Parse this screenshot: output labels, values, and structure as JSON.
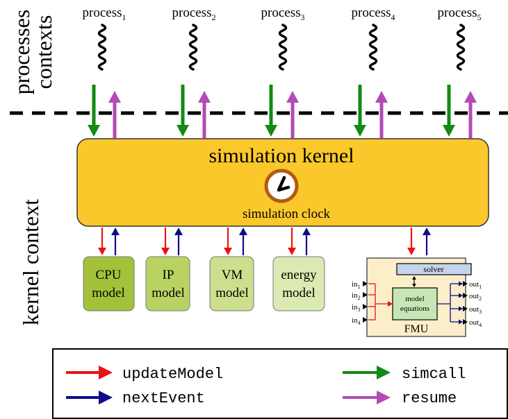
{
  "side_labels": {
    "processes": "processes",
    "contexts": "contexts",
    "kernel_context": "kernel context"
  },
  "processes": [
    {
      "name": "process",
      "index": "1"
    },
    {
      "name": "process",
      "index": "2"
    },
    {
      "name": "process",
      "index": "3"
    },
    {
      "name": "process",
      "index": "4"
    },
    {
      "name": "process",
      "index": "5"
    }
  ],
  "kernel": {
    "title": "simulation kernel",
    "clock_label": "simulation clock"
  },
  "models": [
    {
      "line1": "CPU",
      "line2": "model"
    },
    {
      "line1": "IP",
      "line2": "model"
    },
    {
      "line1": "VM",
      "line2": "model"
    },
    {
      "line1": "energy",
      "line2": "model"
    }
  ],
  "fmu": {
    "solver": "solver",
    "equations_line1": "model",
    "equations_line2": "equations",
    "label": "FMU",
    "inputs": [
      {
        "name": "in",
        "index": "1"
      },
      {
        "name": "in",
        "index": "2"
      },
      {
        "name": "in",
        "index": "3"
      },
      {
        "name": "in",
        "index": "4"
      }
    ],
    "outputs": [
      {
        "name": "out",
        "index": "1"
      },
      {
        "name": "out",
        "index": "2"
      },
      {
        "name": "out",
        "index": "3"
      },
      {
        "name": "out",
        "index": "4"
      }
    ]
  },
  "legend": {
    "update_model": "updateModel",
    "next_event": "nextEvent",
    "simcall": "simcall",
    "resume": "resume"
  },
  "colors": {
    "kernel_fill": "#fbc82b",
    "update_model": "#ee1111",
    "next_event": "#0c0c88",
    "simcall": "#138a13",
    "resume": "#b54ab5",
    "clock_ring": "#b35a12",
    "cpu_model": "#a3c23a",
    "ip_model": "#b9d363",
    "vm_model": "#cbdf8d",
    "energy_model": "#dbe9b2",
    "fmu_fill": "#fbeec8",
    "solver_fill": "#c6d3ec",
    "equations_fill": "#c7e6b6"
  }
}
